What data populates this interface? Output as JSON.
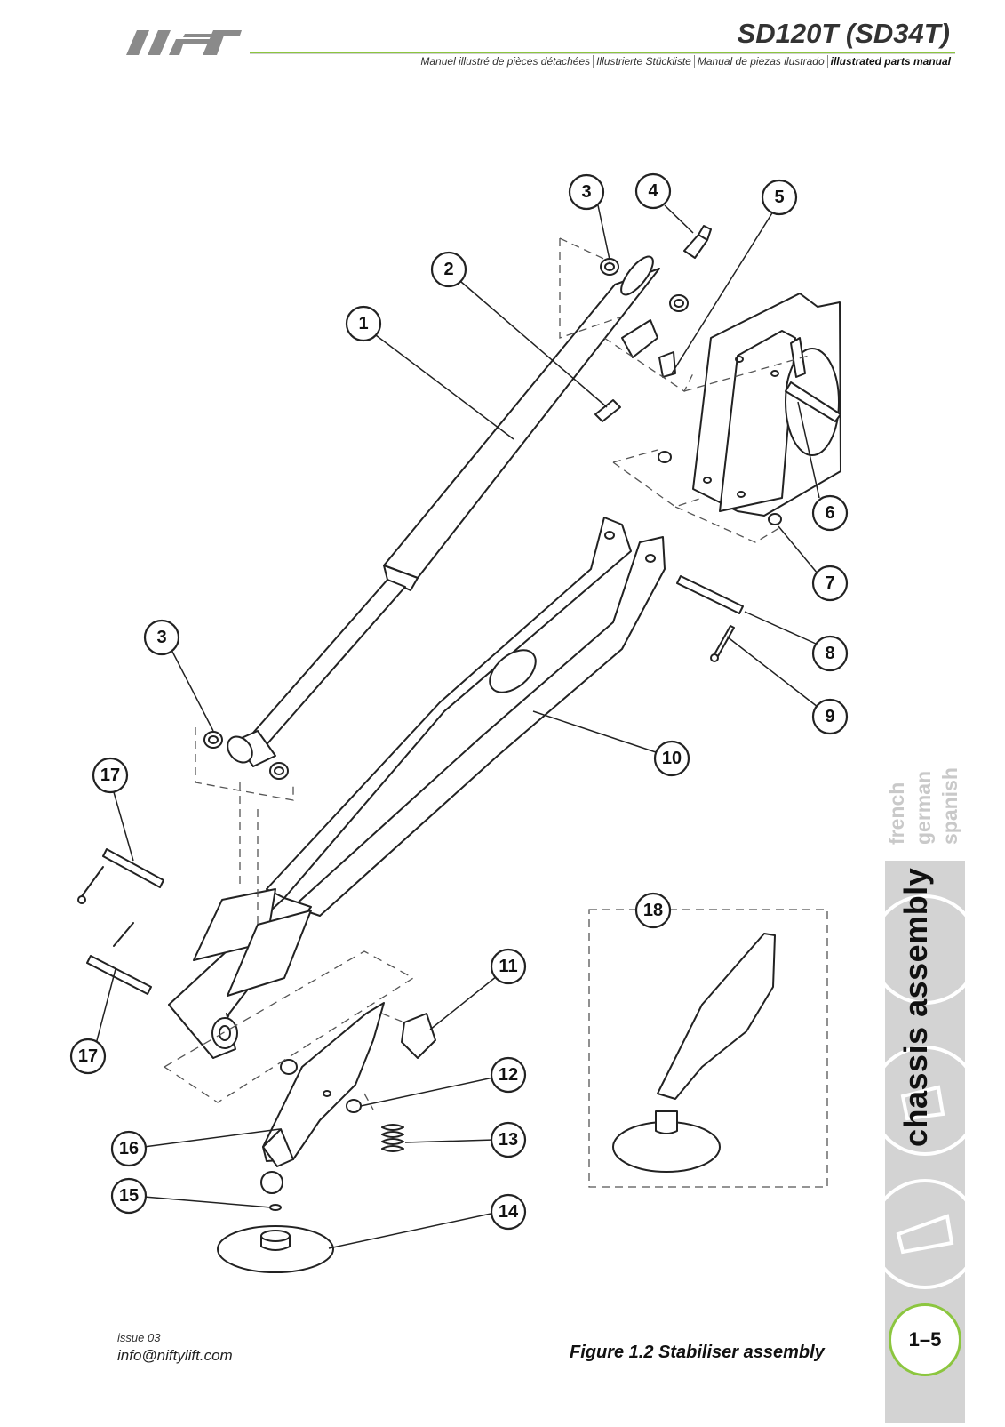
{
  "header": {
    "brand_logo_text": "lift",
    "model": "SD120T (SD34T)",
    "subtitles": [
      "Manuel illustré de pièces détachées",
      "Illustrierte Stückliste",
      "Manual de piezas ilustrado",
      "illustrated parts manual"
    ]
  },
  "sidebar": {
    "languages": [
      "french",
      "german",
      "spanish"
    ],
    "section_title": "chassis assembly",
    "page_number": "1–5"
  },
  "diagram": {
    "callouts": [
      "1",
      "2",
      "3",
      "3",
      "4",
      "5",
      "6",
      "7",
      "8",
      "9",
      "10",
      "11",
      "12",
      "13",
      "14",
      "15",
      "16",
      "17",
      "17",
      "18"
    ]
  },
  "footer": {
    "issue": "issue 03",
    "email": "info@niftylift.com",
    "caption": "Figure 1.2  Stabiliser assembly"
  },
  "colors": {
    "accent_green": "#8cc63f",
    "sidebar_grey": "#d3d3d3",
    "line": "#222222"
  }
}
